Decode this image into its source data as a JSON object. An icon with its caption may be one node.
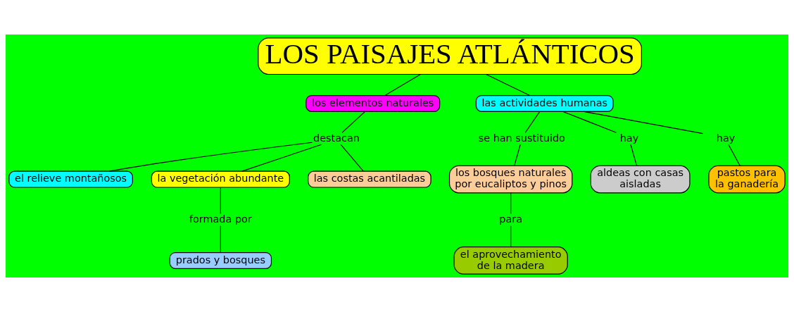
{
  "diagram": {
    "nodes": [
      {
        "text": [
          "LOS PAISAJES ATLÁNTICOS"
        ]
      },
      {
        "text": [
          "los elementos naturales"
        ]
      },
      {
        "text": [
          "las actividades humanas"
        ]
      },
      {
        "text": [
          "destacan"
        ]
      },
      {
        "text": [
          "se han sustituido"
        ]
      },
      {
        "text": [
          "hay"
        ]
      },
      {
        "text": [
          "hay"
        ]
      },
      {
        "text": [
          "el relieve montañosos"
        ]
      },
      {
        "text": [
          "la vegetación abundante"
        ]
      },
      {
        "text": [
          "los bosques naturales por eucaliptos y pinos"
        ]
      },
      {
        "text": [
          "aldeas con casas aisladas"
        ]
      },
      {
        "text": [
          "pastos para la ganadería"
        ]
      },
      {
        "text": [
          "formada por"
        ]
      },
      {
        "text": [
          "para"
        ]
      },
      {
        "text": [
          "las costas acantiladas"
        ]
      },
      {
        "text": [
          "el aprovechamiento de la madera"
        ]
      },
      {
        "text": [
          "prados y bosques"
        ]
      }
    ],
    "edges": [
      {
        "from": 0,
        "to": 1,
        "arrow": "none"
      },
      {
        "from": 0,
        "to": 2,
        "arrow": "none"
      },
      {
        "from": 1,
        "to": 3,
        "arrow": "none"
      },
      {
        "from": 3,
        "to": 7,
        "arrow": "none"
      },
      {
        "from": 3,
        "to": 8,
        "arrow": "none"
      },
      {
        "from": 3,
        "to": 14,
        "arrow": "none"
      },
      {
        "from": 8,
        "to": 12,
        "arrow": "none"
      },
      {
        "from": 12,
        "to": 16,
        "arrow": "none"
      },
      {
        "from": 2,
        "to": 4,
        "arrow": "none"
      },
      {
        "from": 2,
        "to": 6,
        "arrow": "none"
      },
      {
        "from": 2,
        "to": 5,
        "arrow": "none"
      },
      {
        "from": 4,
        "to": 9,
        "arrow": "none"
      },
      {
        "from": 6,
        "to": 11,
        "arrow": "none"
      },
      {
        "from": 5,
        "to": 10,
        "arrow": "none"
      },
      {
        "from": 9,
        "to": 13,
        "arrow": "none"
      },
      {
        "from": 13,
        "to": 15,
        "arrow": "none"
      }
    ]
  }
}
